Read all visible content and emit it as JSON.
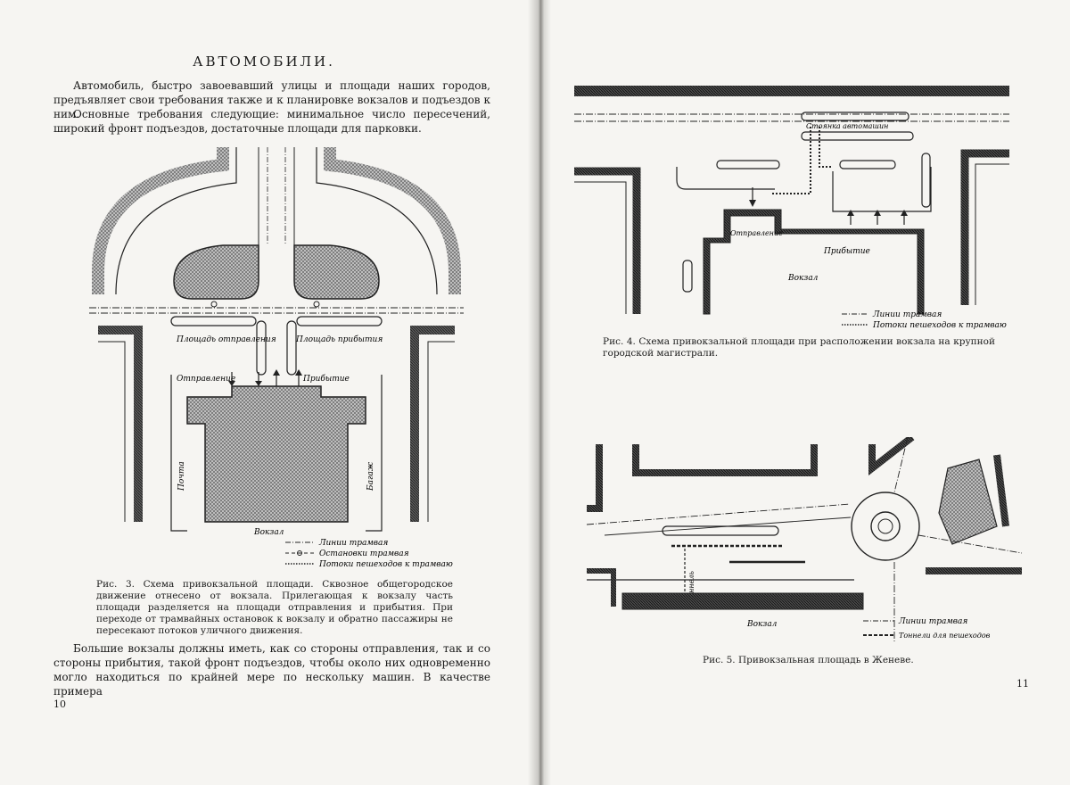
{
  "left_page": {
    "title": "АВТОМОБИЛИ.",
    "para1": "Автомобиль, быстро завоевавший улицы и площади наших городов, предъявляет свои требования также и к планировке вокзалов и подъездов к ним.",
    "para2": "Основные требования следующие: минимальное число пересечений, широкий фронт подъездов, достаточные площади для парковки.",
    "fig3": {
      "label_departure_square": "Площадь отправления",
      "label_arrival_square": "Площадь прибытия",
      "label_departure": "Отправление",
      "label_arrival": "Прибытие",
      "label_mail": "Почта",
      "label_baggage": "Багаж",
      "label_station": "Вокзал",
      "legend_tram_lines": "Линии трамвая",
      "legend_tram_stops": "Остановки трамвая",
      "legend_pedestrian_flows": "Потоки пешеходов к трамваю",
      "caption": "Рис. 3. Схема привокзальной площади. Сквозное общегородское движение отнесено от вокзала. Прилегающая к вокзалу часть площади разделяется на площади отправления и прибытия. При переходе от трамвайных остановок к вокзалу и обратно пассажиры не пересекают потоков уличного движения."
    },
    "para3": "Большие вокзалы должны иметь, как со стороны отправления, так и со стороны прибытия, такой фронт подъездов, чтобы около них одновременно могло находиться по крайней мере по нескольку машин. В качестве примера",
    "page_number": "10"
  },
  "right_page": {
    "fig4": {
      "label_parking": "Стоянка автомашин",
      "label_departure": "Отправление",
      "label_arrival": "Прибытие",
      "label_station": "Вокзал",
      "legend_tram_lines": "Линии трамвая",
      "legend_pedestrian_flows": "Потоки пешеходов к трамваю",
      "caption": "Рис. 4. Схема привокзальной площади при расположении вокзала на крупной городской магистрали."
    },
    "fig5": {
      "label_tunnel": "Тоннель",
      "label_station": "Вокзал",
      "legend_tram_lines": "Линии трамвая",
      "legend_tunnels": "Тоннели для пешеходов",
      "caption": "Рис. 5. Привокзальная площадь в Женеве."
    },
    "page_number": "11"
  }
}
